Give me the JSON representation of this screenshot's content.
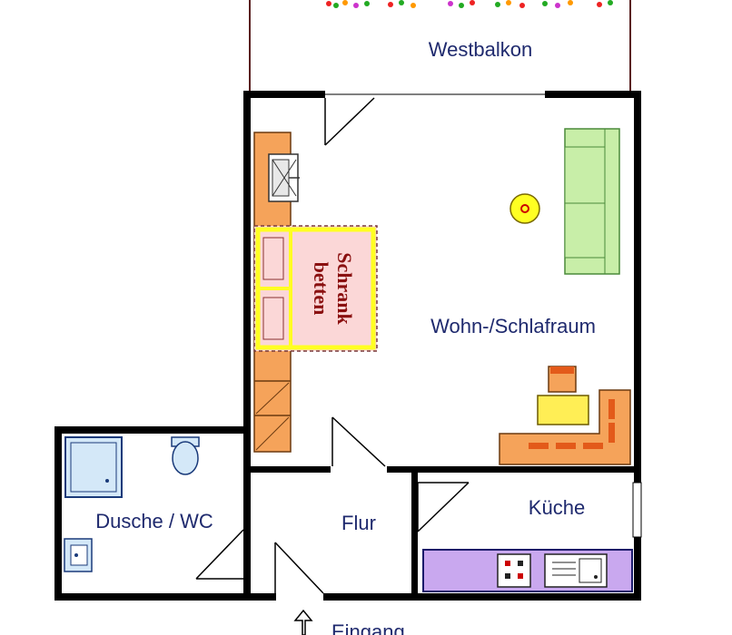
{
  "rooms": {
    "balcony": "Westbalkon",
    "living": "Wohn-/Schlafraum",
    "bath": "Dusche / WC",
    "hall": "Flur",
    "kitchen": "Küche"
  },
  "cabinet_bed": {
    "line1": "Schrank",
    "line2": "betten"
  },
  "entrance": "Eingang",
  "colors": {
    "wall": "#000000",
    "text": "#1f2a6e",
    "sofa": "#c8eea8",
    "desk": "#f5a35a",
    "kitchen_counter": "#c9a8ef",
    "bed_frame": "#ffff22",
    "bed_fill": "#fbd7d7",
    "wardrobe": "#f5a35a",
    "shower": "#d4e8f8"
  }
}
